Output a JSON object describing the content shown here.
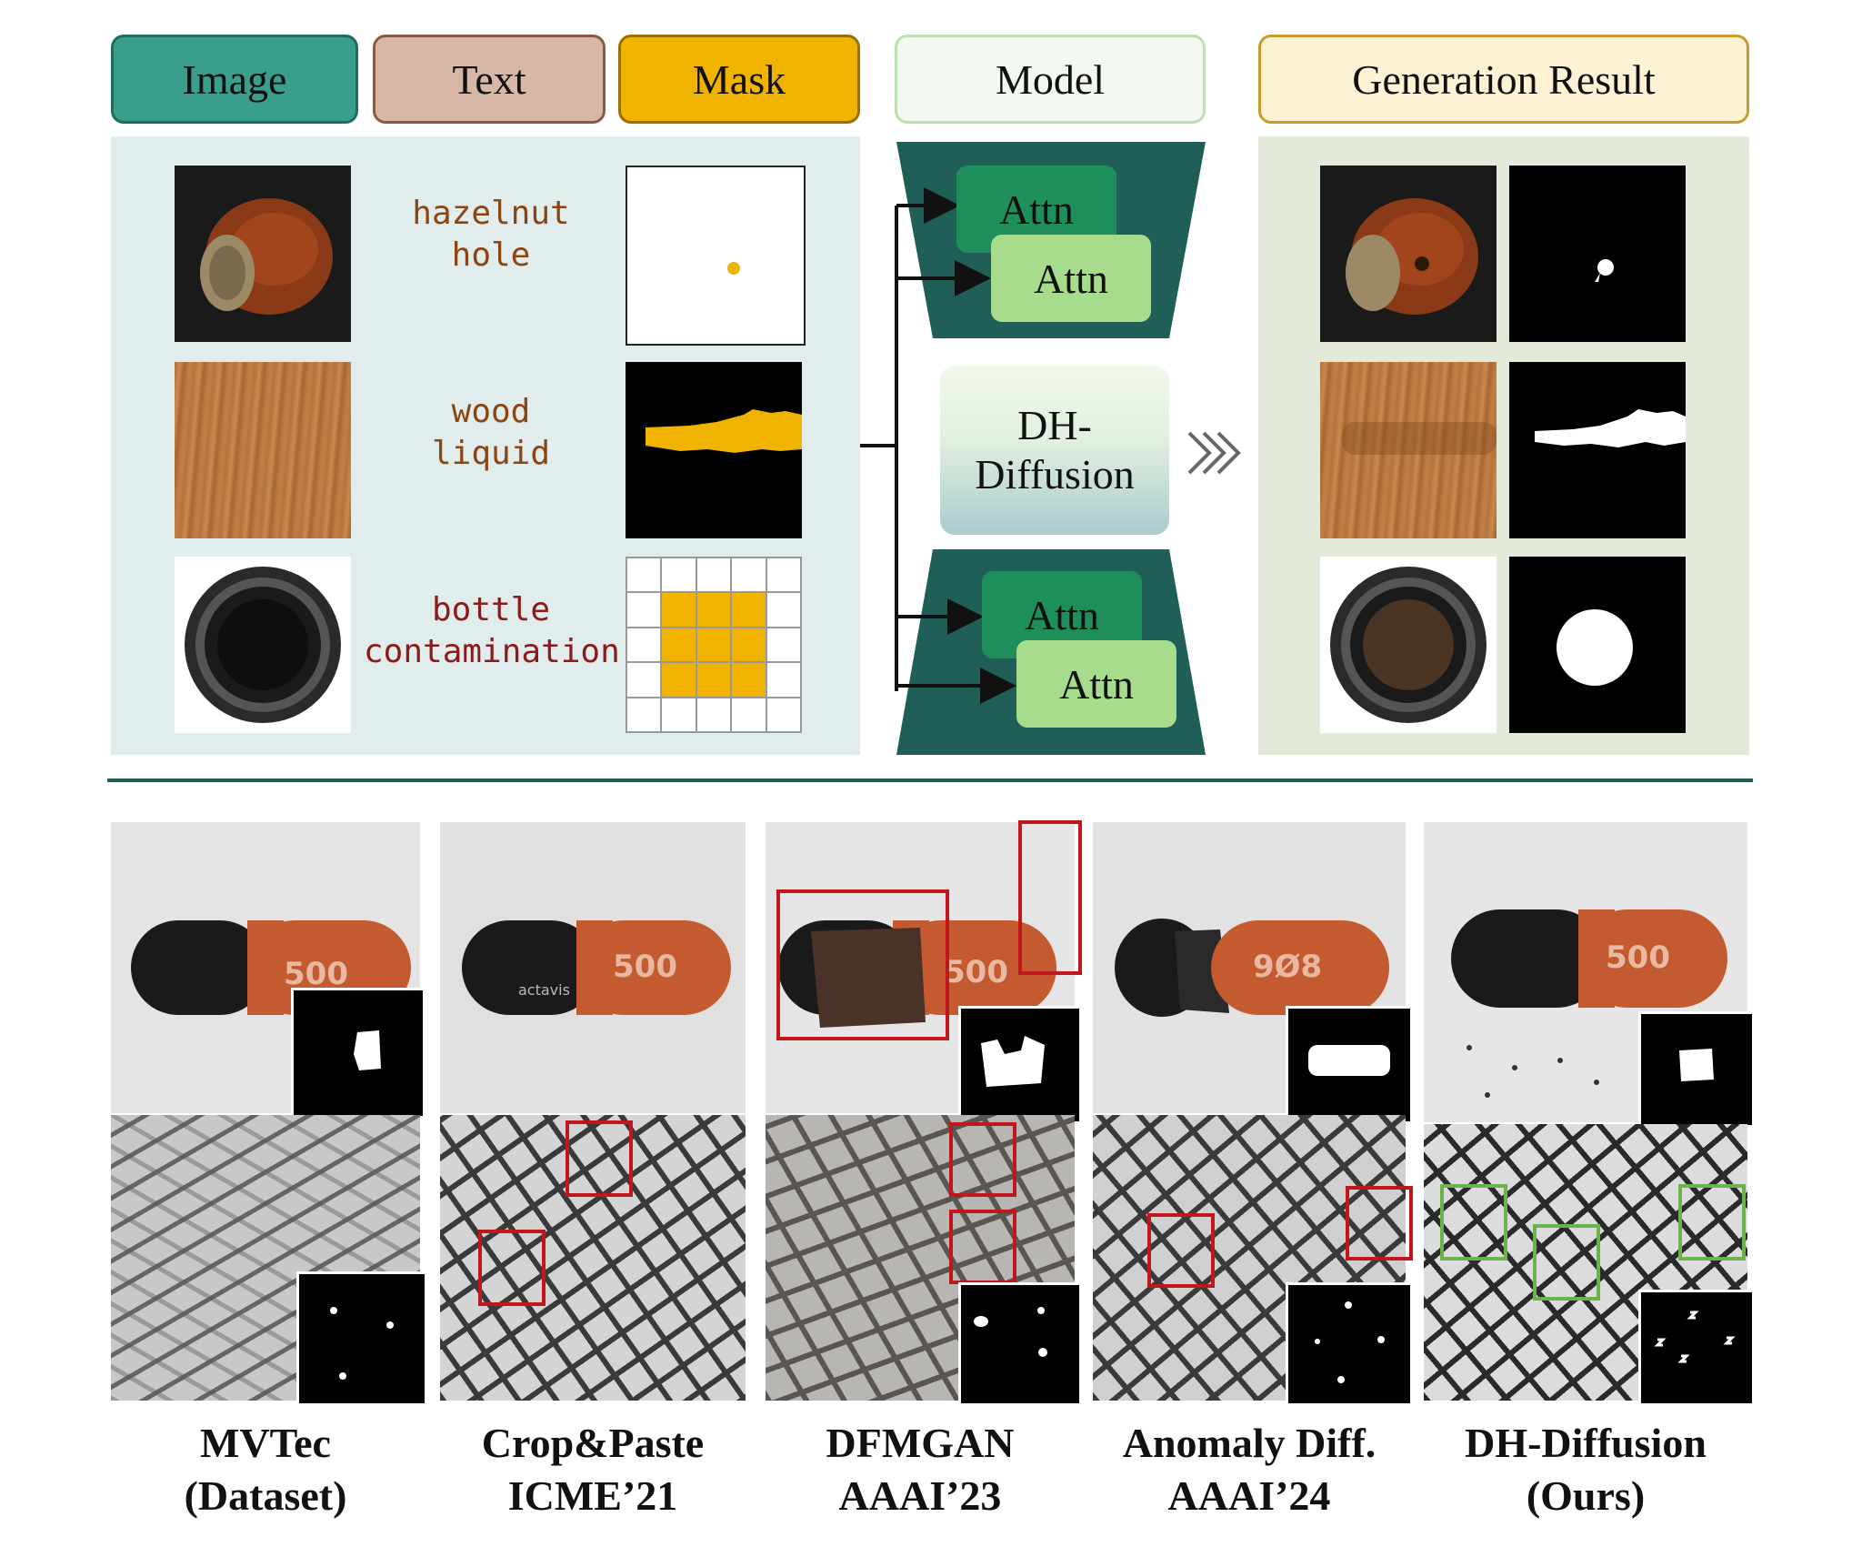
{
  "headers": {
    "image": "Image",
    "text": "Text",
    "mask": "Mask",
    "model": "Model",
    "result": "Generation Result"
  },
  "inputs": [
    {
      "line1": "hazelnut",
      "line2": "hole",
      "color": "#8b4513"
    },
    {
      "line1": "wood",
      "line2": "liquid",
      "color": "#8b4513"
    },
    {
      "line1": "bottle",
      "line2": "contamination",
      "color": "#8b1a1a"
    }
  ],
  "model": {
    "attn_top_1": "Attn",
    "attn_top_2": "Attn",
    "center_line1": "DH-",
    "center_line2": "Diffusion",
    "attn_bottom_1": "Attn",
    "attn_bottom_2": "Attn"
  },
  "comparison": [
    {
      "line1": "MVTec",
      "line2": "(Dataset)"
    },
    {
      "line1": "Crop&Paste",
      "line2": "ICME’21"
    },
    {
      "line1": "DFMGAN",
      "line2": "AAAI’23"
    },
    {
      "line1": "Anomaly Diff.",
      "line2": "AAAI’24"
    },
    {
      "line1": "DH-Diffusion",
      "line2": "(Ours)"
    }
  ],
  "pill_text": [
    "500",
    "500",
    "500",
    "9Ø8",
    "500"
  ],
  "pill_brand": "actavis",
  "colors": {
    "image_header": "#3a9e8c",
    "text_header": "#d7b8a6",
    "mask_header": "#f0b400",
    "model_header": "#f1f7ef",
    "result_header": "#fdf2d3",
    "input_panel": "#e1ecec",
    "result_panel": "#e3ead9",
    "teal_dark": "#1f5f58",
    "mask_fill": "#f0b400",
    "box_red": "#c0161c",
    "box_green": "#6ab44a"
  }
}
